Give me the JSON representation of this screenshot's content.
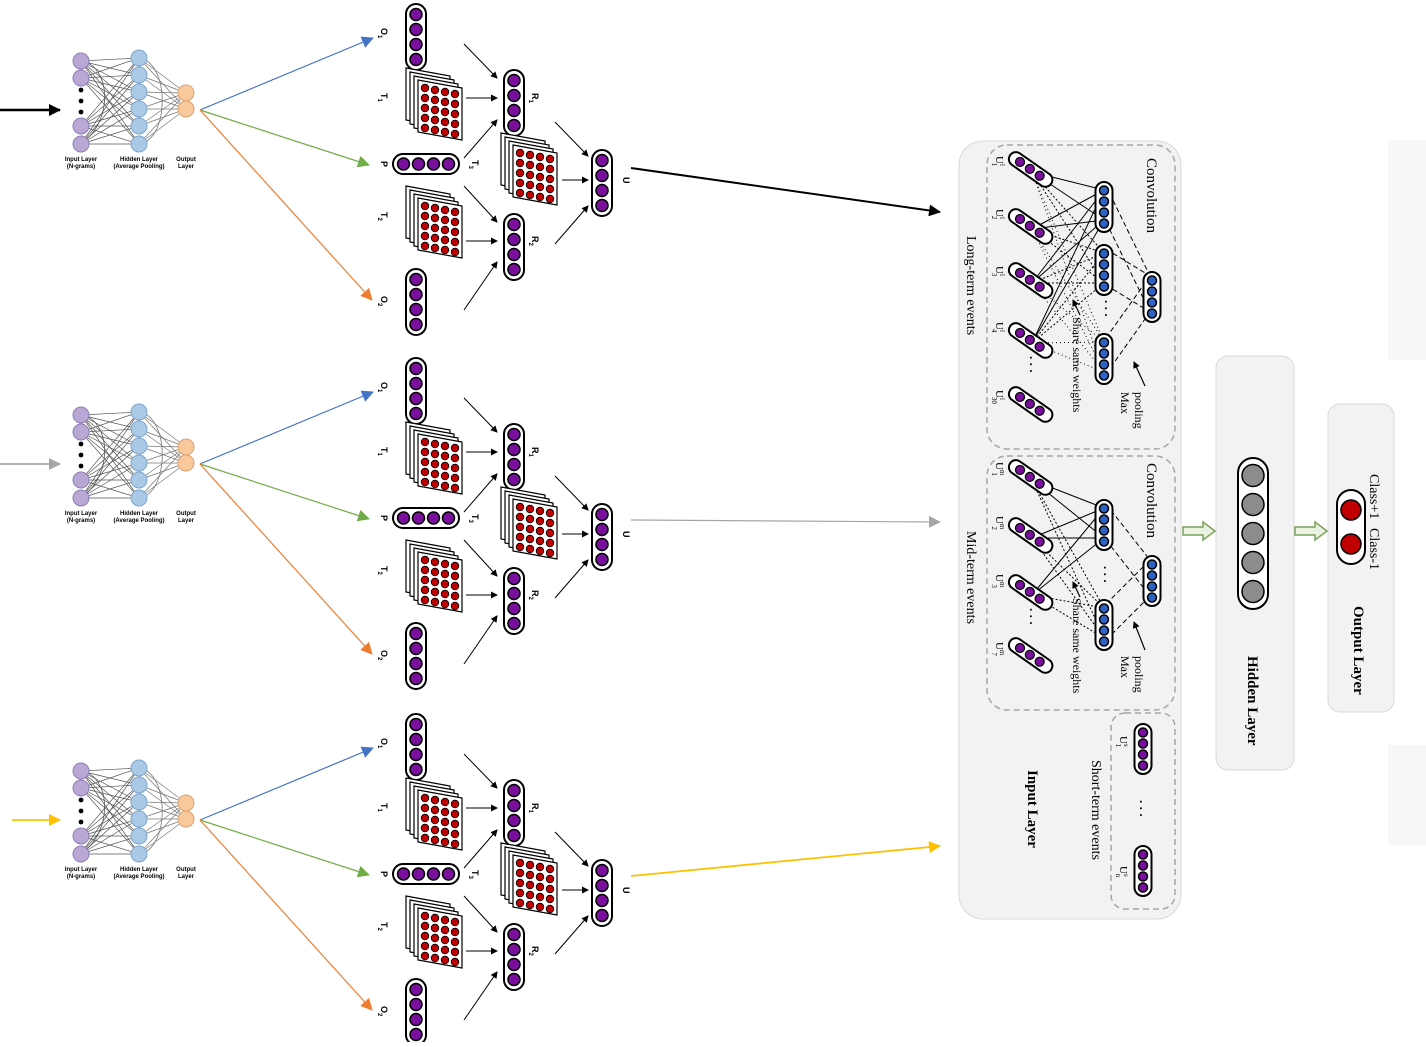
{
  "fasttext": {
    "input_label": "Input Layer",
    "input_sub": "(N-grams)",
    "hidden_label": "Hidden Layer",
    "hidden_sub": "(Average Pooling)",
    "output_label": "Output",
    "output_sub": "Layer"
  },
  "ntn": {
    "o1": "O",
    "o1_sub": "1",
    "t1": "T",
    "t1_sub": "1",
    "p": "P",
    "t2": "T",
    "t2_sub": "2",
    "o2": "O",
    "o2_sub": "2",
    "r1": "R",
    "r1_sub": "1",
    "t3": "T",
    "t3_sub": "3",
    "r2": "R",
    "r2_sub": "2",
    "u": "U"
  },
  "cnn": {
    "convolution": "Convolution",
    "share_weights": "Share same weights",
    "max_pooling_line1": "Max",
    "max_pooling_line2": "pooling",
    "long_term": "Long-term events",
    "mid_term": "Mid-term events",
    "short_term": "Short-term events",
    "input_layer": "Input Layer",
    "hidden_layer": "Hidden Layer",
    "output_layer": "Output Layer",
    "class_pos": "Class+1",
    "class_neg": "Class-1",
    "dots": ". . .",
    "long_u": [
      {
        "base": "U",
        "sup": "l",
        "sub": "1"
      },
      {
        "base": "U",
        "sup": "l",
        "sub": "2"
      },
      {
        "base": "U",
        "sup": "l",
        "sub": "3"
      },
      {
        "base": "U",
        "sup": "l",
        "sub": "4"
      },
      {
        "base": "U",
        "sup": "l",
        "sub": "30"
      }
    ],
    "mid_u": [
      {
        "base": "U",
        "sup": "m",
        "sub": "1"
      },
      {
        "base": "U",
        "sup": "m",
        "sub": "2"
      },
      {
        "base": "U",
        "sup": "m",
        "sub": "3"
      },
      {
        "base": "U",
        "sup": "m",
        "sub": "7"
      }
    ],
    "short_u": [
      {
        "base": "U",
        "sup": "s",
        "sub": "1"
      },
      {
        "base": "U",
        "sup": "s",
        "sub": "n"
      }
    ]
  },
  "colors": {
    "purple_node": "#7a0f9e",
    "red_node": "#c00000",
    "blue_node": "#2e62c2",
    "gray_node": "#8c8c8c",
    "ft_input": "#b9a8d6",
    "ft_hidden": "#a9c9e6",
    "ft_output": "#f9c89b",
    "arrow_blue": "#4472c4",
    "arrow_green": "#70ad47",
    "arrow_orange": "#ed7d31",
    "arrow_black": "#000000",
    "arrow_gray": "#a6a6a6",
    "arrow_yellow": "#ffc000",
    "panel_fill": "#f2f2f2",
    "panel_border": "#c8c8c8",
    "dashed_border": "#a6a6a6",
    "hollow_arrow": "#a9d18e"
  }
}
